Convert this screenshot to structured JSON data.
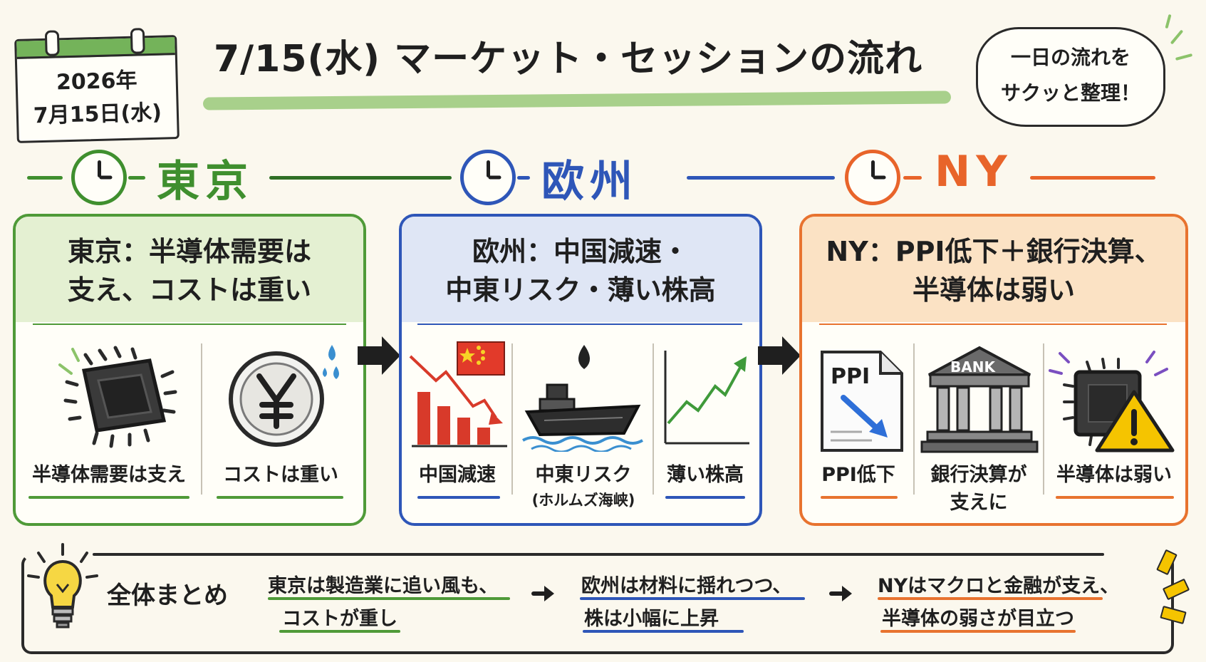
{
  "calendar": {
    "year_label": "2026年",
    "date_label": "7月15日(水)"
  },
  "title": "7/15(水) マーケット・セッションの流れ",
  "bubble": {
    "line1": "一日の流れを",
    "line2": "サクッと整理！"
  },
  "sessions": {
    "tokyo": {
      "name": "東京",
      "color": "#3f8f2e",
      "headline_line1": "東京：半導体需要は",
      "headline_line2": "支え、コストは重い",
      "items": [
        {
          "label": "半導体需要は支え",
          "icon": "chip-icon"
        },
        {
          "label": "コストは重い",
          "icon": "yen-coin-icon"
        }
      ]
    },
    "europe": {
      "name": "欧州",
      "color": "#2e56b8",
      "headline_line1": "欧州：中国減速・",
      "headline_line2": "中東リスク・薄い株高",
      "items": [
        {
          "label": "中国減速",
          "icon": "declining-bar-chart-icon"
        },
        {
          "label": "中東リスク",
          "sublabel": "(ホルムズ海峡)",
          "icon": "oil-tanker-icon"
        },
        {
          "label": "薄い株高",
          "icon": "rising-line-chart-icon"
        }
      ]
    },
    "ny": {
      "name": "NY",
      "color": "#e8642a",
      "headline_line1": "NY：PPI低下＋銀行決算、",
      "headline_line2": "半導体は弱い",
      "items": [
        {
          "label": "PPI低下",
          "icon": "ppi-document-icon",
          "icon_text": "PPI"
        },
        {
          "label_line1": "銀行決算が",
          "label_line2": "支えに",
          "icon": "bank-icon",
          "icon_text": "BANK"
        },
        {
          "label": "半導体は弱い",
          "icon": "chip-warning-icon"
        }
      ]
    }
  },
  "summary": {
    "label": "全体まとめ",
    "tokyo_line1": "東京は製造業に追い風も、",
    "tokyo_line2": "コストが重し",
    "europe_line1": "欧州は材料に揺れつつ、",
    "europe_line2": "株は小幅に上昇",
    "ny_line1": "NYはマクロと金融が支え、",
    "ny_line2": "半導体の弱さが目立つ"
  }
}
